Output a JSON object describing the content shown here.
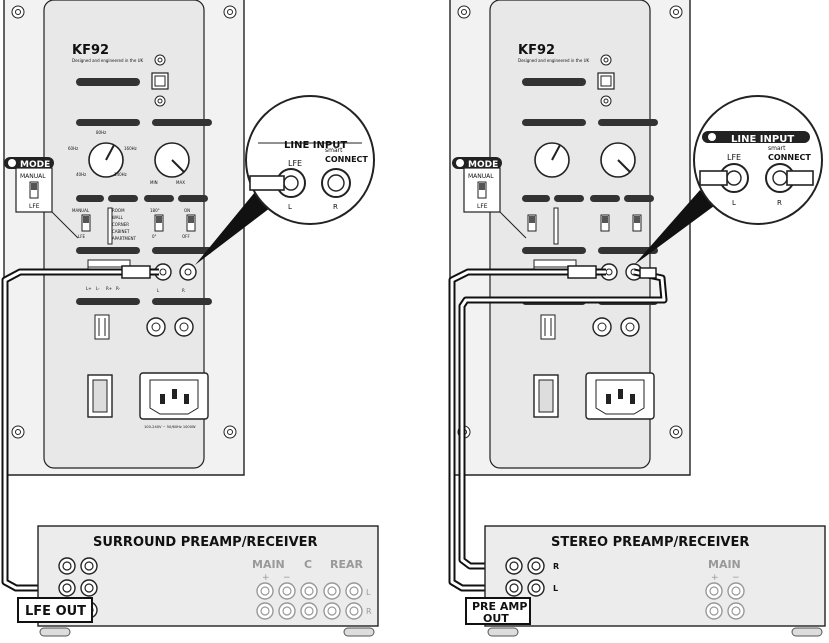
{
  "left": {
    "subwoofer": {
      "model": "KF92",
      "tagline": "Designed and engineered in the UK",
      "freq_labels": [
        "40Hz",
        "80Hz",
        "140Hz",
        "60Hz",
        "160Hz"
      ],
      "volume_labels": [
        "MIN",
        "MAX"
      ],
      "eq_options": [
        "ROOM",
        "WALL",
        "CORNER",
        "CABINET",
        "APARTMENT"
      ],
      "mode_switch": [
        "MANUAL",
        "LFE"
      ],
      "phase_labels": [
        "180°",
        "0°"
      ],
      "power_labels": [
        "ON",
        "OFF"
      ],
      "speaker_terminals": [
        "L+",
        "L-",
        "R+",
        "R-"
      ],
      "rca_labels": [
        "L",
        "R"
      ],
      "power_rating": "100-240V ~ 50/60Hz 1000W"
    },
    "mode_callout": {
      "title": "MODE",
      "manual": "MANUAL",
      "lfe": "LFE"
    },
    "line_input_callout": {
      "title": "LINE INPUT",
      "lfe": "LFE",
      "smart": "smart",
      "connect": "CONNECT",
      "l": "L",
      "r": "R"
    },
    "receiver": {
      "title": "SURROUND PREAMP/RECEIVER",
      "main": "MAIN",
      "c": "C",
      "rear": "REAR",
      "plus": "+",
      "minus": "−",
      "l": "L",
      "r": "R"
    },
    "out_label": "LFE OUT"
  },
  "right": {
    "subwoofer": {
      "model": "KF92",
      "tagline": "Designed and engineered in the UK"
    },
    "mode_callout": {
      "title": "MODE",
      "manual": "MANUAL",
      "lfe": "LFE"
    },
    "line_input_callout": {
      "title": "LINE INPUT",
      "lfe": "LFE",
      "smart": "smart",
      "connect": "CONNECT",
      "l": "L",
      "r": "R"
    },
    "receiver": {
      "title": "STEREO PREAMP/RECEIVER",
      "main": "MAIN",
      "r": "R",
      "l": "L",
      "plus": "+",
      "minus": "−"
    },
    "out_label_1": "PRE AMP",
    "out_label_2": "OUT"
  }
}
